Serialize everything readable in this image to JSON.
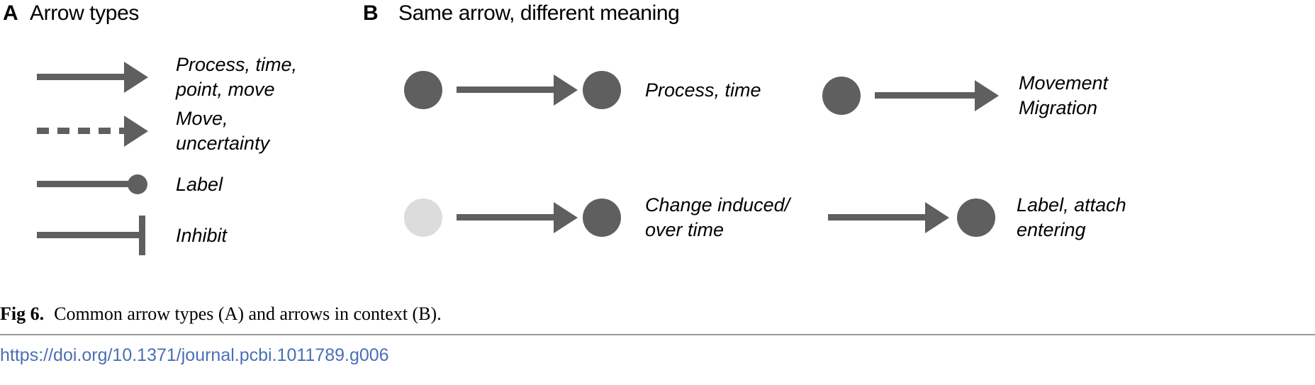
{
  "figure": {
    "panels": [
      {
        "letter": "A",
        "title": "Arrow types",
        "rows": [
          {
            "glyph": "solid-arrow-icon",
            "label": "Process, time,\npoint, move"
          },
          {
            "glyph": "dashed-arrow-icon",
            "label": "Move,\nuncertainty"
          },
          {
            "glyph": "line-dot-icon",
            "label": "Label"
          },
          {
            "glyph": "inhibit-bar-icon",
            "label": "Inhibit"
          }
        ]
      },
      {
        "letter": "B",
        "title": "Same arrow, different meaning",
        "items": [
          {
            "source_node": "dark",
            "target_node": "dark",
            "arrow": "solid-arrow-icon",
            "label": "Process, time"
          },
          {
            "source_node": "dark",
            "target_node": "none",
            "arrow": "solid-arrow-icon",
            "label": "Movement\nMigration"
          },
          {
            "source_node": "light",
            "target_node": "dark",
            "arrow": "solid-arrow-icon",
            "label": "Change induced/\nover time"
          },
          {
            "source_node": "none",
            "target_node": "dark",
            "arrow": "solid-arrow-icon",
            "label": "Label, attach\nentering"
          }
        ]
      }
    ]
  },
  "caption": {
    "figure_number": "Fig 6.",
    "text": "Common arrow types (A) and arrows in context (B)."
  },
  "doi": {
    "url_text": "https://doi.org/10.1371/journal.pcbi.1011789.g006"
  },
  "colors": {
    "arrow_gray": "#5f5f5f",
    "light_node": "#dcdcdc",
    "link_blue": "#4a6fb5",
    "rule_gray": "#9a9a9a",
    "text_black": "#000000"
  }
}
